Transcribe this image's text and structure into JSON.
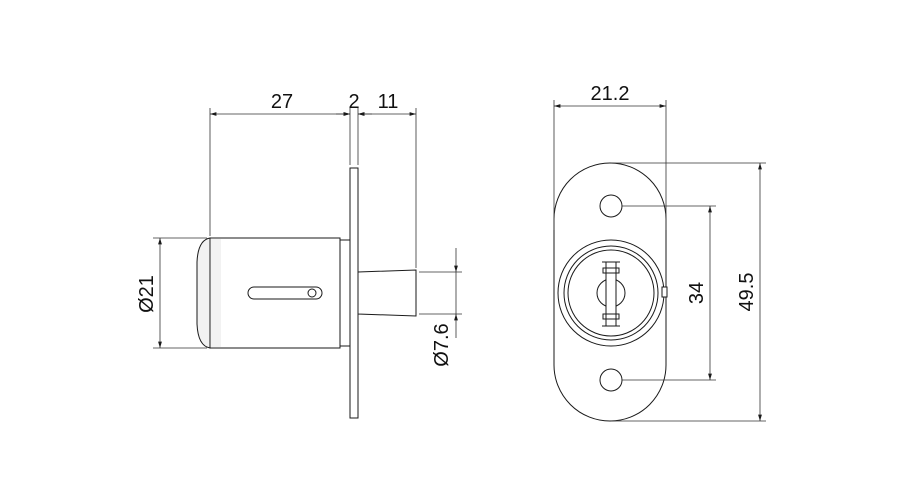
{
  "drawing": {
    "side_view": {
      "dim_body_length": "27",
      "dim_flange_thickness": "2",
      "dim_plunger_length": "11",
      "dim_body_diameter": "Ø21",
      "dim_plunger_diameter": "Ø7.6"
    },
    "front_view": {
      "dim_width": "21.2",
      "dim_hole_spacing": "34",
      "dim_overall_height": "49.5"
    }
  }
}
